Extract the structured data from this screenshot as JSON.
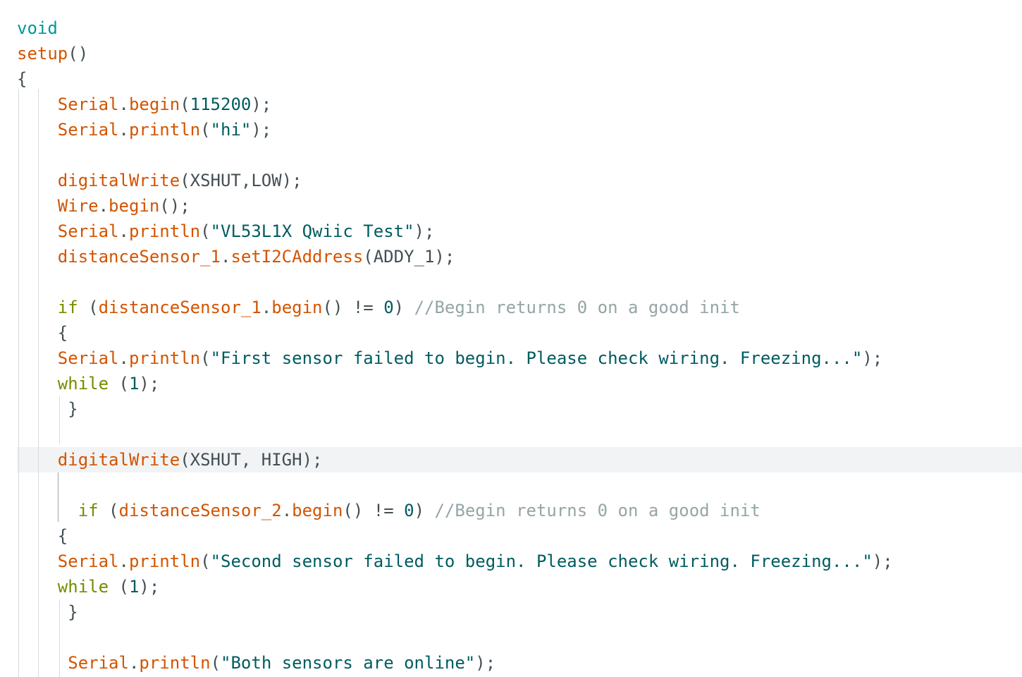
{
  "editor": {
    "lines": [
      {
        "indent": "",
        "tokens": [
          {
            "t": "void",
            "c": "kw-type"
          }
        ]
      },
      {
        "indent": "",
        "tokens": [
          {
            "t": "setup",
            "c": "fn"
          },
          {
            "t": "()",
            "c": "plain"
          }
        ]
      },
      {
        "indent": "",
        "tokens": [
          {
            "t": "{",
            "c": "plain"
          }
        ]
      },
      {
        "indent": "    ",
        "tokens": [
          {
            "t": "Serial",
            "c": "fn"
          },
          {
            "t": ".",
            "c": "plain"
          },
          {
            "t": "begin",
            "c": "fn"
          },
          {
            "t": "(",
            "c": "plain"
          },
          {
            "t": "115200",
            "c": "num"
          },
          {
            "t": ");",
            "c": "plain"
          }
        ]
      },
      {
        "indent": "    ",
        "tokens": [
          {
            "t": "Serial",
            "c": "fn"
          },
          {
            "t": ".",
            "c": "plain"
          },
          {
            "t": "println",
            "c": "fn"
          },
          {
            "t": "(",
            "c": "plain"
          },
          {
            "t": "\"hi\"",
            "c": "str"
          },
          {
            "t": ");",
            "c": "plain"
          }
        ]
      },
      {
        "indent": "",
        "tokens": []
      },
      {
        "indent": "    ",
        "tokens": [
          {
            "t": "digitalWrite",
            "c": "fn"
          },
          {
            "t": "(XSHUT,LOW);",
            "c": "plain"
          }
        ]
      },
      {
        "indent": "    ",
        "tokens": [
          {
            "t": "Wire",
            "c": "fn"
          },
          {
            "t": ".",
            "c": "plain"
          },
          {
            "t": "begin",
            "c": "fn"
          },
          {
            "t": "();",
            "c": "plain"
          }
        ]
      },
      {
        "indent": "    ",
        "tokens": [
          {
            "t": "Serial",
            "c": "fn"
          },
          {
            "t": ".",
            "c": "plain"
          },
          {
            "t": "println",
            "c": "fn"
          },
          {
            "t": "(",
            "c": "plain"
          },
          {
            "t": "\"VL53L1X Qwiic Test\"",
            "c": "str"
          },
          {
            "t": ");",
            "c": "plain"
          }
        ]
      },
      {
        "indent": "    ",
        "tokens": [
          {
            "t": "distanceSensor_1",
            "c": "fn"
          },
          {
            "t": ".",
            "c": "plain"
          },
          {
            "t": "setI2CAddress",
            "c": "fn"
          },
          {
            "t": "(ADDY_1);",
            "c": "plain"
          }
        ]
      },
      {
        "indent": "",
        "tokens": []
      },
      {
        "indent": "    ",
        "tokens": [
          {
            "t": "if",
            "c": "kw"
          },
          {
            "t": " (",
            "c": "plain"
          },
          {
            "t": "distanceSensor_1",
            "c": "fn"
          },
          {
            "t": ".",
            "c": "plain"
          },
          {
            "t": "begin",
            "c": "fn"
          },
          {
            "t": "() != ",
            "c": "plain"
          },
          {
            "t": "0",
            "c": "num"
          },
          {
            "t": ") ",
            "c": "plain"
          },
          {
            "t": "//Begin returns 0 on a good init",
            "c": "cmt"
          }
        ]
      },
      {
        "indent": "    ",
        "tokens": [
          {
            "t": "{",
            "c": "plain"
          }
        ]
      },
      {
        "indent": "    ",
        "tokens": [
          {
            "t": "Serial",
            "c": "fn"
          },
          {
            "t": ".",
            "c": "plain"
          },
          {
            "t": "println",
            "c": "fn"
          },
          {
            "t": "(",
            "c": "plain"
          },
          {
            "t": "\"First sensor failed to begin. Please check wiring. Freezing...\"",
            "c": "str"
          },
          {
            "t": ");",
            "c": "plain"
          }
        ]
      },
      {
        "indent": "    ",
        "tokens": [
          {
            "t": "while",
            "c": "kw"
          },
          {
            "t": " (",
            "c": "plain"
          },
          {
            "t": "1",
            "c": "num"
          },
          {
            "t": ");",
            "c": "plain"
          }
        ]
      },
      {
        "indent": "     ",
        "tokens": [
          {
            "t": "}",
            "c": "plain"
          }
        ]
      },
      {
        "indent": "",
        "tokens": []
      },
      {
        "indent": "    ",
        "tokens": [
          {
            "t": "digitalWrite",
            "c": "fn"
          },
          {
            "t": "(XSHUT, HIGH);",
            "c": "plain"
          }
        ],
        "current": true
      },
      {
        "indent": "",
        "tokens": []
      },
      {
        "indent": "      ",
        "tokens": [
          {
            "t": "if",
            "c": "kw"
          },
          {
            "t": " (",
            "c": "plain"
          },
          {
            "t": "distanceSensor_2",
            "c": "fn"
          },
          {
            "t": ".",
            "c": "plain"
          },
          {
            "t": "begin",
            "c": "fn"
          },
          {
            "t": "() != ",
            "c": "plain"
          },
          {
            "t": "0",
            "c": "num"
          },
          {
            "t": ") ",
            "c": "plain"
          },
          {
            "t": "//Begin returns 0 on a good init",
            "c": "cmt"
          }
        ]
      },
      {
        "indent": "    ",
        "tokens": [
          {
            "t": "{",
            "c": "plain"
          }
        ]
      },
      {
        "indent": "    ",
        "tokens": [
          {
            "t": "Serial",
            "c": "fn"
          },
          {
            "t": ".",
            "c": "plain"
          },
          {
            "t": "println",
            "c": "fn"
          },
          {
            "t": "(",
            "c": "plain"
          },
          {
            "t": "\"Second sensor failed to begin. Please check wiring. Freezing...\"",
            "c": "str"
          },
          {
            "t": ");",
            "c": "plain"
          }
        ]
      },
      {
        "indent": "    ",
        "tokens": [
          {
            "t": "while",
            "c": "kw"
          },
          {
            "t": " (",
            "c": "plain"
          },
          {
            "t": "1",
            "c": "num"
          },
          {
            "t": ");",
            "c": "plain"
          }
        ]
      },
      {
        "indent": "     ",
        "tokens": [
          {
            "t": "}",
            "c": "plain"
          }
        ]
      },
      {
        "indent": "",
        "tokens": []
      },
      {
        "indent": "     ",
        "tokens": [
          {
            "t": "Serial",
            "c": "fn"
          },
          {
            "t": ".",
            "c": "plain"
          },
          {
            "t": "println",
            "c": "fn"
          },
          {
            "t": "(",
            "c": "plain"
          },
          {
            "t": "\"Both sensors are online\"",
            "c": "str"
          },
          {
            "t": ");",
            "c": "plain"
          }
        ]
      }
    ]
  }
}
